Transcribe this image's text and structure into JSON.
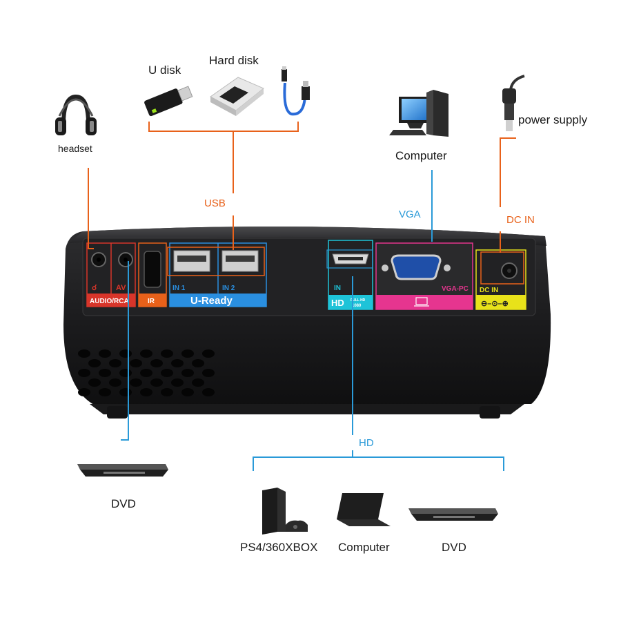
{
  "devices": {
    "headset": "headset",
    "u_disk": "U disk",
    "hard_disk": "Hard disk",
    "computer_vga": "Computer",
    "power_supply": "power supply",
    "dvd_left": "DVD",
    "ps4": "PS4/360XBOX",
    "computer_hd": "Computer",
    "dvd_right": "DVD"
  },
  "connections": {
    "usb": "USB",
    "vga": "VGA",
    "dc_in": "DC IN",
    "hd": "HD"
  },
  "panel": {
    "audio_rca": "AUDIO/RCA",
    "av": "AV",
    "ir": "IR",
    "in1": "IN 1",
    "in2": "IN 2",
    "u_ready": "U-Ready",
    "hdmi_in": "IN",
    "hd_logo": "HD",
    "full_hd": "FULL HD",
    "res_1080": "1080",
    "vga_pc": "VGA-PC",
    "dc_in": "DC IN"
  },
  "colors": {
    "orange_line": "#e8611a",
    "blue_line": "#2a9ad8",
    "audio_red": "#d8352a",
    "ir_orange": "#e8611a",
    "usb_blue": "#2a8fe0",
    "hdmi_cyan": "#1ec3d8",
    "vga_magenta": "#e6358f",
    "dc_yellow": "#e8e21a"
  }
}
